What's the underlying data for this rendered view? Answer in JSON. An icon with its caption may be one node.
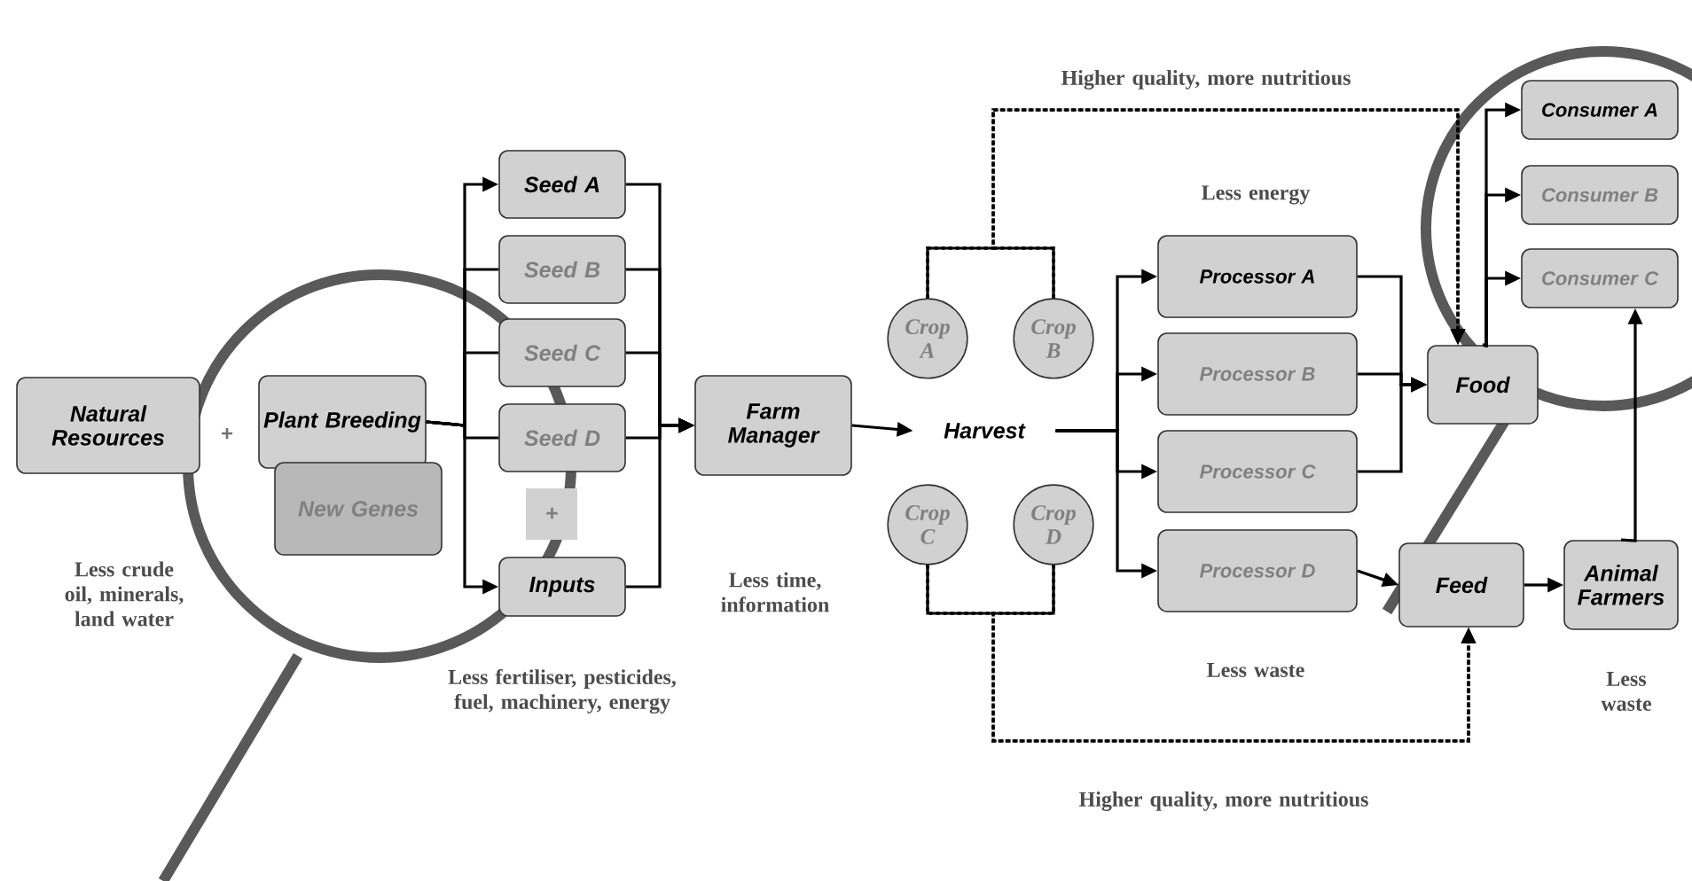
{
  "diagram": {
    "nodes": [
      {
        "text": [
          "Natural Resources"
        ]
      },
      {
        "text": [
          "Plant Breeding"
        ]
      },
      {
        "text": [
          "New Genes"
        ]
      },
      {
        "text": [
          "Seed A"
        ]
      },
      {
        "text": [
          "Seed B"
        ]
      },
      {
        "text": [
          "Seed C"
        ]
      },
      {
        "text": [
          "Seed D"
        ]
      },
      {
        "text": [
          "+"
        ]
      },
      {
        "text": [
          "Inputs"
        ]
      },
      {
        "text": [
          "Farm Manager"
        ]
      },
      {
        "text": [
          "Harvest"
        ]
      },
      {
        "text": [
          "Crop A"
        ]
      },
      {
        "text": [
          "Crop B"
        ]
      },
      {
        "text": [
          "Crop C"
        ]
      },
      {
        "text": [
          "Crop D"
        ]
      },
      {
        "text": [
          "Processor A"
        ]
      },
      {
        "text": [
          "Processor B"
        ]
      },
      {
        "text": [
          "Processor C"
        ]
      },
      {
        "text": [
          "Processor D"
        ]
      },
      {
        "text": [
          "Food"
        ]
      },
      {
        "text": [
          "Feed"
        ]
      },
      {
        "text": [
          "Consumer A"
        ]
      },
      {
        "text": [
          "Consumer B"
        ]
      },
      {
        "text": [
          "Consumer C"
        ]
      },
      {
        "text": [
          "Animal Farmers"
        ]
      }
    ],
    "edges": [
      {
        "from": 1,
        "to": 3,
        "arrow": "to"
      },
      {
        "from": 1,
        "to": 4,
        "arrow": "none"
      },
      {
        "from": 1,
        "to": 5,
        "arrow": "none"
      },
      {
        "from": 1,
        "to": 6,
        "arrow": "none"
      },
      {
        "from": 1,
        "to": 8,
        "arrow": "to"
      },
      {
        "from": 3,
        "to": 9,
        "arrow": "to"
      },
      {
        "from": 4,
        "to": 9,
        "arrow": "to"
      },
      {
        "from": 5,
        "to": 9,
        "arrow": "to"
      },
      {
        "from": 6,
        "to": 9,
        "arrow": "to"
      },
      {
        "from": 8,
        "to": 9,
        "arrow": "to"
      },
      {
        "from": 9,
        "to": 10,
        "arrow": "to"
      },
      {
        "from": 10,
        "to": 15,
        "arrow": "to"
      },
      {
        "from": 10,
        "to": 16,
        "arrow": "to"
      },
      {
        "from": 10,
        "to": 17,
        "arrow": "to"
      },
      {
        "from": 10,
        "to": 18,
        "arrow": "to"
      },
      {
        "from": 11,
        "to": 19,
        "arrow": "to",
        "style": "dashed"
      },
      {
        "from": 12,
        "to": 19,
        "arrow": "to",
        "style": "dashed"
      },
      {
        "from": 13,
        "to": 20,
        "arrow": "to",
        "style": "dashed"
      },
      {
        "from": 14,
        "to": 20,
        "arrow": "to",
        "style": "dashed"
      },
      {
        "from": 15,
        "to": 19,
        "arrow": "to"
      },
      {
        "from": 16,
        "to": 19,
        "arrow": "to"
      },
      {
        "from": 17,
        "to": 19,
        "arrow": "to"
      },
      {
        "from": 18,
        "to": 20,
        "arrow": "to"
      },
      {
        "from": 19,
        "to": 21,
        "arrow": "to"
      },
      {
        "from": 19,
        "to": 22,
        "arrow": "to"
      },
      {
        "from": 19,
        "to": 23,
        "arrow": "to"
      },
      {
        "from": 20,
        "to": 24,
        "arrow": "to"
      },
      {
        "from": 24,
        "to": 23,
        "arrow": "to"
      }
    ],
    "labels": [
      "+",
      "Less crude oil, minerals, land water",
      "Less fertiliser, pesticides, fuel, machinery, energy",
      "Less time, information",
      "Higher quality, more nutritious",
      "Less energy",
      "Less waste",
      "Higher quality, more nutritious",
      "Less waste"
    ]
  }
}
